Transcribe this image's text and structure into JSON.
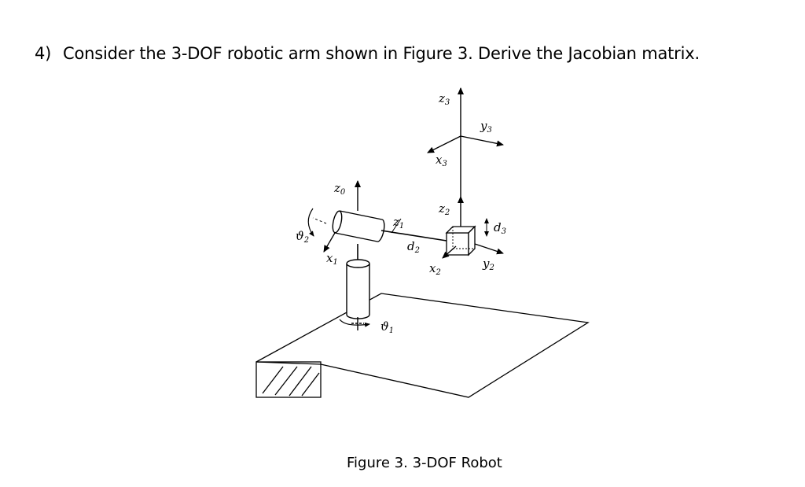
{
  "question": {
    "number": "4)",
    "text": "Consider the 3-DOF robotic arm shown in Figure 3. Derive the Jacobian matrix."
  },
  "figure": {
    "caption": "Figure 3. 3-DOF Robot",
    "labels": {
      "z0": {
        "base": "z",
        "sub": "0"
      },
      "x1": {
        "base": "x",
        "sub": "1"
      },
      "z1": {
        "base": "z",
        "sub": "1"
      },
      "theta1": {
        "base": "ϑ",
        "sub": "1"
      },
      "theta2": {
        "base": "ϑ",
        "sub": "2"
      },
      "d2": {
        "base": "d",
        "sub": "2"
      },
      "z2": {
        "base": "z",
        "sub": "2"
      },
      "x2": {
        "base": "x",
        "sub": "2"
      },
      "y2": {
        "base": "y",
        "sub": "2"
      },
      "d3": {
        "base": "d",
        "sub": "3"
      },
      "z3": {
        "base": "z",
        "sub": "3"
      },
      "x3": {
        "base": "x",
        "sub": "3"
      },
      "y3": {
        "base": "y",
        "sub": "3"
      }
    }
  }
}
